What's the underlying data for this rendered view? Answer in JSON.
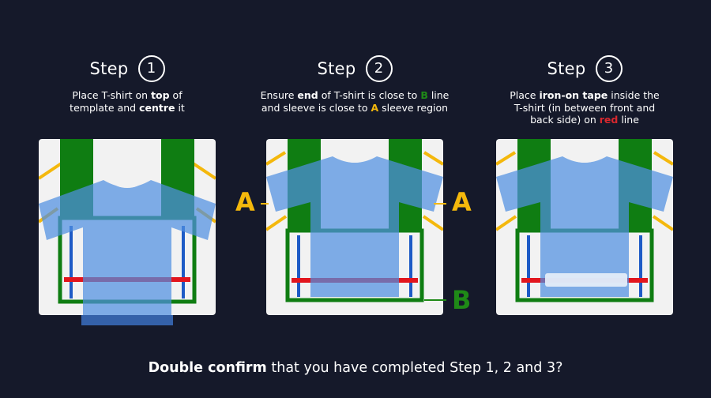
{
  "steps": [
    {
      "word": "Step",
      "number": "1",
      "text_parts": [
        "Place T-shirt on ",
        "top",
        " of",
        "template and ",
        "centre",
        " it"
      ]
    },
    {
      "word": "Step",
      "number": "2",
      "text_parts": [
        "Ensure ",
        "end",
        " of T-shirt is close to ",
        "B",
        " line",
        "and sleeve is close to ",
        "A",
        " sleeve region"
      ]
    },
    {
      "word": "Step",
      "number": "3",
      "text_parts": [
        "Place ",
        "iron-on tape",
        " inside the",
        "T-shirt (in between front and",
        "back side) on ",
        "red",
        " line"
      ]
    }
  ],
  "markers": {
    "a_left": "A",
    "a_right": "A",
    "b": "B"
  },
  "footer": {
    "bold": "Double confirm",
    "rest": " that you have completed Step 1, 2 and 3?"
  },
  "colors": {
    "background": "#15192a",
    "panel": "#f2f2f2",
    "template_green": "#0f7d12",
    "marker_A": "#f4b80c",
    "marker_B": "#1f8a17",
    "red_line": "#e2151d",
    "blue_stripe": "#1e5bc6",
    "tshirt_blue": "#4f8fe0",
    "tape": "#e4ecf8"
  }
}
